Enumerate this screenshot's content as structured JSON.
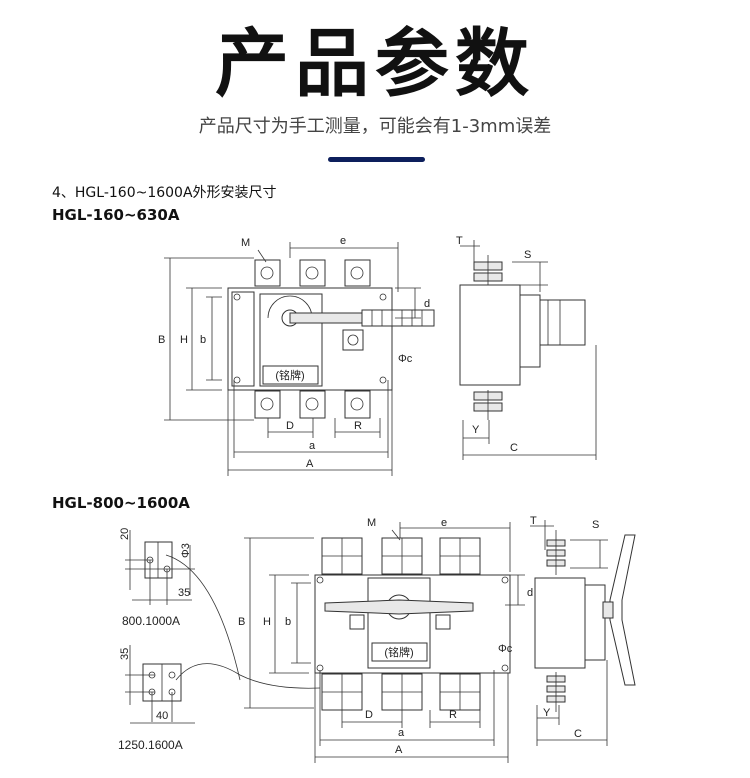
{
  "header": {
    "title": "产品参数",
    "subtitle": "产品尺寸为手工测量，可能会有1-3mm误差",
    "accent_color": "#0d1f5c"
  },
  "section": {
    "heading": "4、HGL-160~1600A外形安装尺寸"
  },
  "diagram1": {
    "title": "HGL-160~630A",
    "labels": {
      "M": "M",
      "e": "e",
      "B": "B",
      "H": "H",
      "b": "b",
      "d": "d",
      "phic": "Φc",
      "D": "D",
      "R": "R",
      "a": "a",
      "A": "A",
      "T": "T",
      "S": "S",
      "Y": "Y",
      "C": "C",
      "nameplate": "(铭牌)"
    }
  },
  "diagram2": {
    "title": "HGL-800~1600A",
    "labels": {
      "M": "M",
      "e": "e",
      "B": "B",
      "H": "H",
      "b": "b",
      "d": "d",
      "phic": "Φc",
      "D": "D",
      "R": "R",
      "a": "a",
      "A": "A",
      "T": "T",
      "S": "S",
      "Y": "Y",
      "C": "C",
      "nameplate": "(铭牌)"
    },
    "detail1": {
      "dim_top": "20",
      "dim_hole": "Φ3",
      "dim_side": "35",
      "caption": "800.1000A"
    },
    "detail2": {
      "dim_top": "35",
      "dim_width": "40",
      "caption": "1250.1600A"
    }
  }
}
